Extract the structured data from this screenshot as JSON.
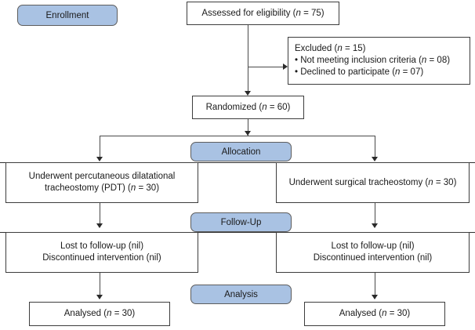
{
  "diagram": {
    "type": "consort-flow-diagram",
    "stages": [
      {
        "id": "enrollment",
        "label": "Enrollment"
      },
      {
        "id": "allocation",
        "label": "Allocation"
      },
      {
        "id": "followup",
        "label": "Follow-Up"
      },
      {
        "id": "analysis",
        "label": "Analysis"
      }
    ],
    "enrollment": {
      "assessed": "Assessed for eligibility (n = 75)",
      "excluded_title": "Excluded (n = 15)",
      "excluded_reasons": [
        "• Not meeting inclusion criteria (n = 08)",
        "• Declined to participate (n = 07)"
      ],
      "randomized": "Randomized (n = 60)"
    },
    "allocation": {
      "left": "Underwent percutaneous dilatational tracheostomy (PDT) (n = 30)",
      "right": "Underwent surgical tracheostomy (n = 30)"
    },
    "followup": {
      "left_line1": "Lost to follow-up (nil)",
      "left_line2": "Discontinued intervention (nil)",
      "right_line1": "Lost to follow-up (nil)",
      "right_line2": "Discontinued intervention (nil)"
    },
    "analysis": {
      "left": "Analysed (n = 30)",
      "right": "Analysed (n = 30)"
    },
    "colors": {
      "pill_fill": "#a9c2e3",
      "pill_border": "#5d5d5d",
      "box_border": "#3d3d3d",
      "line": "#4a4a4a",
      "text": "#1a1a1a",
      "background": "#ffffff"
    }
  }
}
